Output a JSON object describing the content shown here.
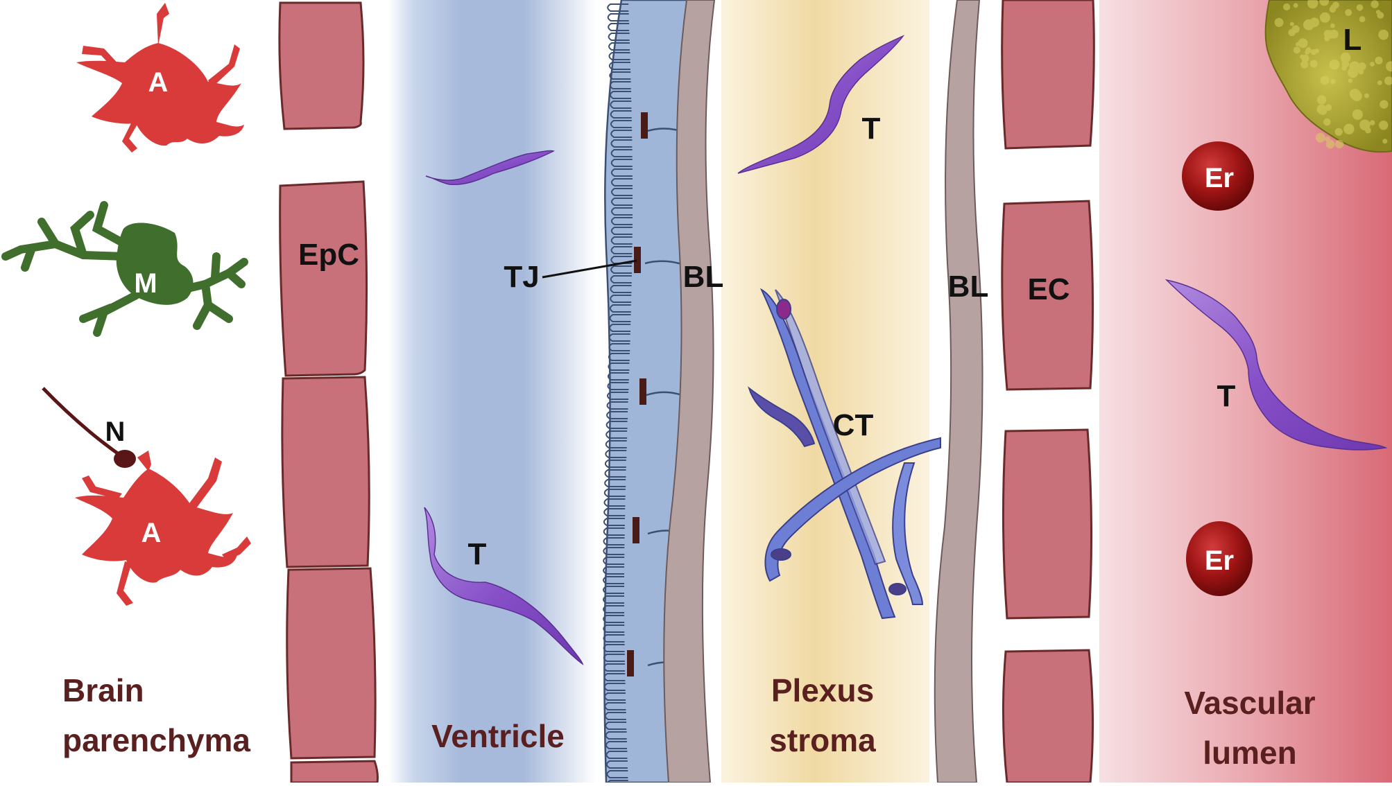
{
  "colors": {
    "epithelium": "#c8717a",
    "epithelium_stroke": "#6b2a2a",
    "ventricle": "#a9bcdc",
    "ependyma": "#9fb6d8",
    "basal_lamina": "#b7a2a2",
    "stroma": "#f1dca9",
    "lumen": "#dc7e88",
    "astrocyte": "#d93a3a",
    "microglia": "#3f6e2d",
    "neuron": "#5a1616",
    "trypanosome": "#8a55c6",
    "erythrocyte": "#a51818",
    "leukocyte": "#b0a838",
    "region_text": "#5a1f1f"
  },
  "labels": {
    "astrocyte_top": "A",
    "microglia": "M",
    "neuron": "N",
    "astrocyte_bottom": "A",
    "epithelial_cell": "EpC",
    "tight_junction": "TJ",
    "trypanosome_ventricle": "T",
    "basal_lamina_left": "BL",
    "trypanosome_stroma": "T",
    "connective_tissue": "CT",
    "basal_lamina_right": "BL",
    "endothelial_cell": "EC",
    "leukocyte": "L",
    "erythrocyte_top": "Er",
    "trypanosome_lumen": "T",
    "erythrocyte_bottom": "Er"
  },
  "regions": {
    "brain_line1": "Brain",
    "brain_line2": "parenchyma",
    "ventricle": "Ventricle",
    "stroma_line1": "Plexus",
    "stroma_line2": "stroma",
    "lumen_line1": "Vascular",
    "lumen_line2": "lumen"
  }
}
